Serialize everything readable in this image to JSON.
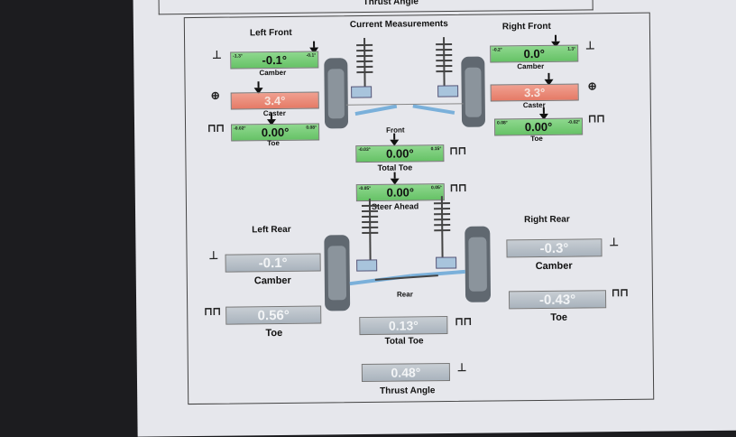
{
  "prev_section": {
    "title": "Thrust Angle"
  },
  "header": {
    "title": "Current Measurements"
  },
  "left_front": {
    "title": "Left Front",
    "camber": {
      "label": "Camber",
      "value": "-0.1°",
      "min": "-1.3°",
      "max": "-0.1°"
    },
    "caster": {
      "label": "Caster",
      "value": "3.4°"
    },
    "toe": {
      "label": "Toe",
      "value": "0.00°",
      "min": "-0.02°",
      "max": "0.08°"
    }
  },
  "right_front": {
    "title": "Right Front",
    "camber": {
      "label": "Camber",
      "value": "0.0°",
      "min": "-0.2°",
      "max": "1.3°"
    },
    "caster": {
      "label": "Caster",
      "value": "3.3°"
    },
    "toe": {
      "label": "Toe",
      "value": "0.00°",
      "min": "0.08°",
      "max": "-0.02°"
    }
  },
  "front_center": {
    "label": "Front",
    "total_toe": {
      "label": "Total Toe",
      "value": "0.00°",
      "min": "-0.03°",
      "max": "0.15°"
    },
    "steer_ahead": {
      "label": "Steer Ahead",
      "value": "0.00°",
      "min": "-0.05°",
      "max": "0.05°"
    }
  },
  "left_rear": {
    "title": "Left Rear",
    "camber": {
      "label": "Camber",
      "value": "-0.1°"
    },
    "toe": {
      "label": "Toe",
      "value": "0.56°"
    }
  },
  "right_rear": {
    "title": "Right Rear",
    "camber": {
      "label": "Camber",
      "value": "-0.3°"
    },
    "toe": {
      "label": "Toe",
      "value": "-0.43°"
    }
  },
  "rear_center": {
    "label": "Rear",
    "total_toe": {
      "label": "Total Toe",
      "value": "0.13°"
    },
    "thrust_angle": {
      "label": "Thrust Angle",
      "value": "0.48°"
    }
  },
  "colors": {
    "in_spec": "#66c266",
    "out_of_spec": "#e57a66",
    "no_spec": "#a9b3bd"
  }
}
